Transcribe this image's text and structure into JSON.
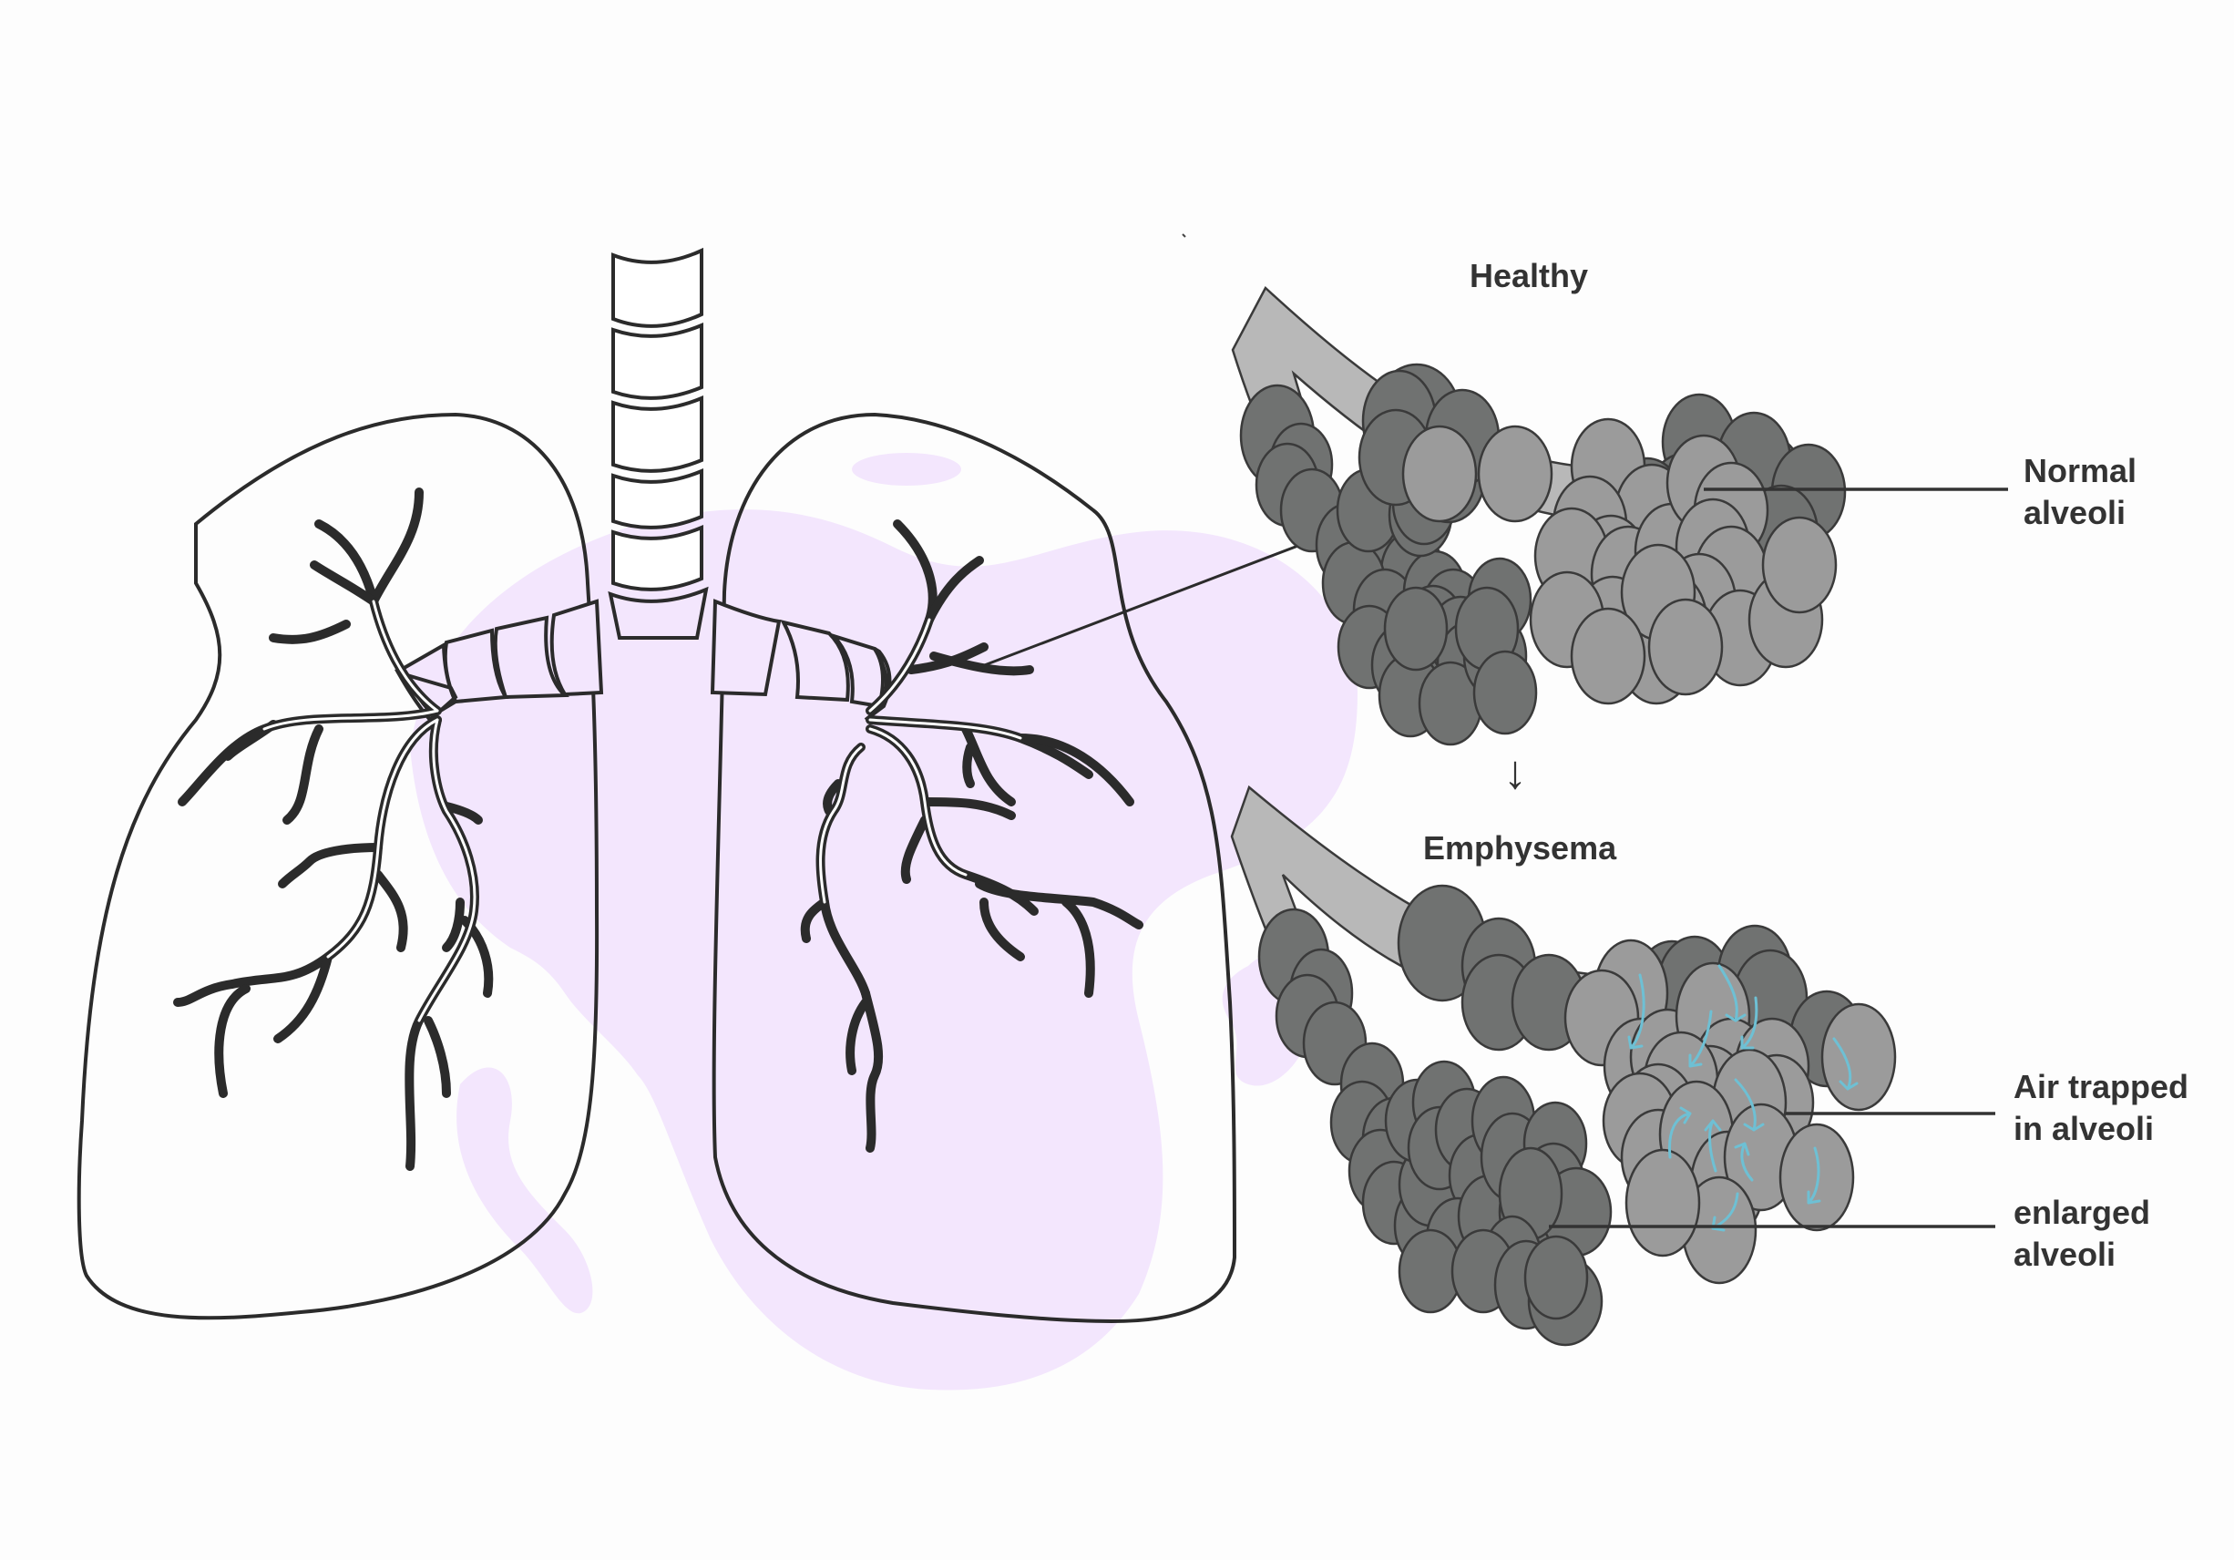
{
  "diagram": {
    "subject": "Lungs with healthy vs emphysema alveoli",
    "sections": {
      "healthy": {
        "title": "Healthy"
      },
      "emphysema": {
        "title": "Emphysema"
      }
    },
    "transition_arrow": "↓",
    "labels": {
      "normal_alveoli": [
        "Normal",
        "alveoli"
      ],
      "air_trapped": [
        "Air trapped",
        "in alveoli"
      ],
      "enlarged_alveoli": [
        "enlarged",
        "alveoli"
      ]
    },
    "colors": {
      "background": "#fdfdfd",
      "outline": "#2b2b2b",
      "blob": "#f3e6fd",
      "duct": "#b8b8b8",
      "alveoli_dark": "#707271",
      "alveoli_light": "#9b9b9b",
      "air_arrows": "#6ec0d4",
      "text": "#333333"
    }
  }
}
